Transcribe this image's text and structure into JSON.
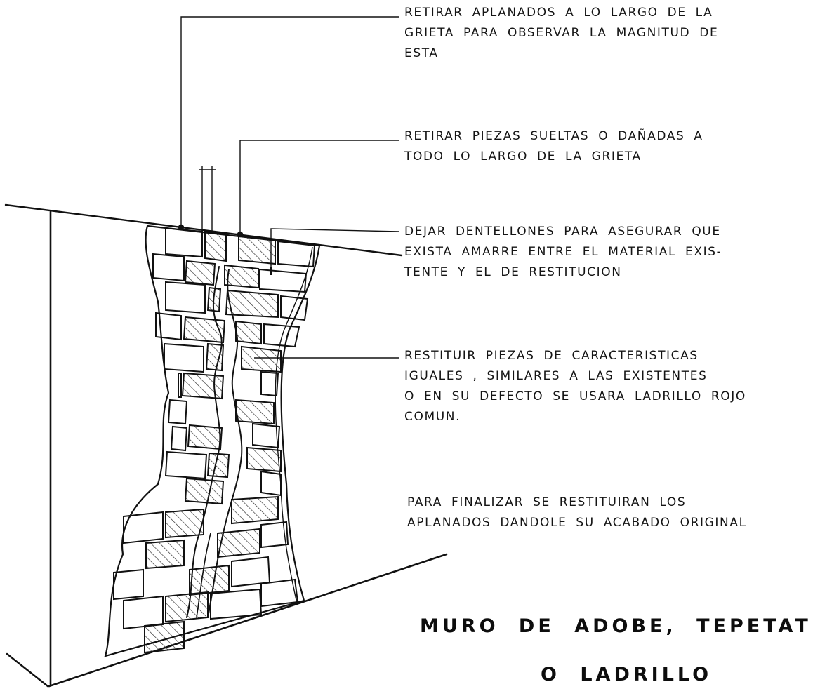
{
  "notes": [
    {
      "id": "remove-plaster",
      "lines": [
        "RETIRAR APLANADOS  A LO LARGO DE LA",
        "GRIETA  PARA OBSERVAR LA MAGNITUD DE",
        "ESTA"
      ]
    },
    {
      "id": "remove-pieces",
      "lines": [
        "RETIRAR PIEZAS SUELTAS O DAÑADAS A",
        "TODO LO LARGO  DE LA GRIETA"
      ]
    },
    {
      "id": "leave-toothing",
      "lines": [
        "DEJAR DENTELLONES PARA ASEGURAR QUE",
        "EXISTA AMARRE ENTRE EL MATERIAL EXIS-",
        "TENTE Y EL DE RESTITUCION"
      ]
    },
    {
      "id": "restore-pieces",
      "lines": [
        "RESTITUIR  PIEZAS DE CARACTERISTICAS",
        "IGUALES , SIMILARES A LAS EXISTENTES",
        "O EN SU DEFECTO SE USARA LADRILLO ROJO",
        "COMUN."
      ]
    },
    {
      "id": "finish",
      "lines": [
        "PARA FINALIZAR  SE RESTITUIRAN LOS",
        "APLANADOS  DANDOLE SU ACABADO ORIGINAL"
      ]
    }
  ],
  "title": {
    "line1": "MURO DE  ADOBE, TEPETATE",
    "line2": "O  LADRILLO"
  },
  "colors": {
    "ink": "#141414",
    "paper": "#ffffff",
    "hatch": "#2a2a2a"
  }
}
